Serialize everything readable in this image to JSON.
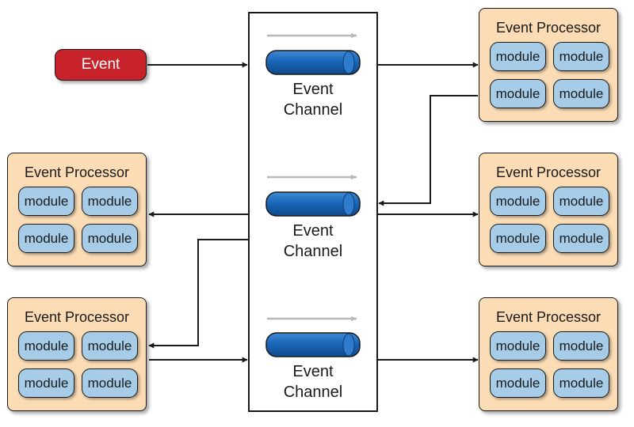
{
  "event": {
    "label": "Event"
  },
  "channels": [
    {
      "line1": "Event",
      "line2": "Channel"
    },
    {
      "line1": "Event",
      "line2": "Channel"
    },
    {
      "line1": "Event",
      "line2": "Channel"
    }
  ],
  "processors": [
    {
      "title": "Event Processor",
      "modules": [
        "module",
        "module",
        "module",
        "module"
      ]
    },
    {
      "title": "Event Processor",
      "modules": [
        "module",
        "module",
        "module",
        "module"
      ]
    },
    {
      "title": "Event Processor",
      "modules": [
        "module",
        "module",
        "module",
        "module"
      ]
    },
    {
      "title": "Event Processor",
      "modules": [
        "module",
        "module",
        "module",
        "module"
      ]
    },
    {
      "title": "Event Processor",
      "modules": [
        "module",
        "module",
        "module",
        "module"
      ]
    }
  ],
  "colors": {
    "event": "#c8232b",
    "processor_fill": "#fbdcb5",
    "module_fill": "#a6cce8",
    "channel_pipe": "#1a66b8",
    "flow_arrow": "#b8b8b8",
    "line": "#1a1a1a"
  }
}
